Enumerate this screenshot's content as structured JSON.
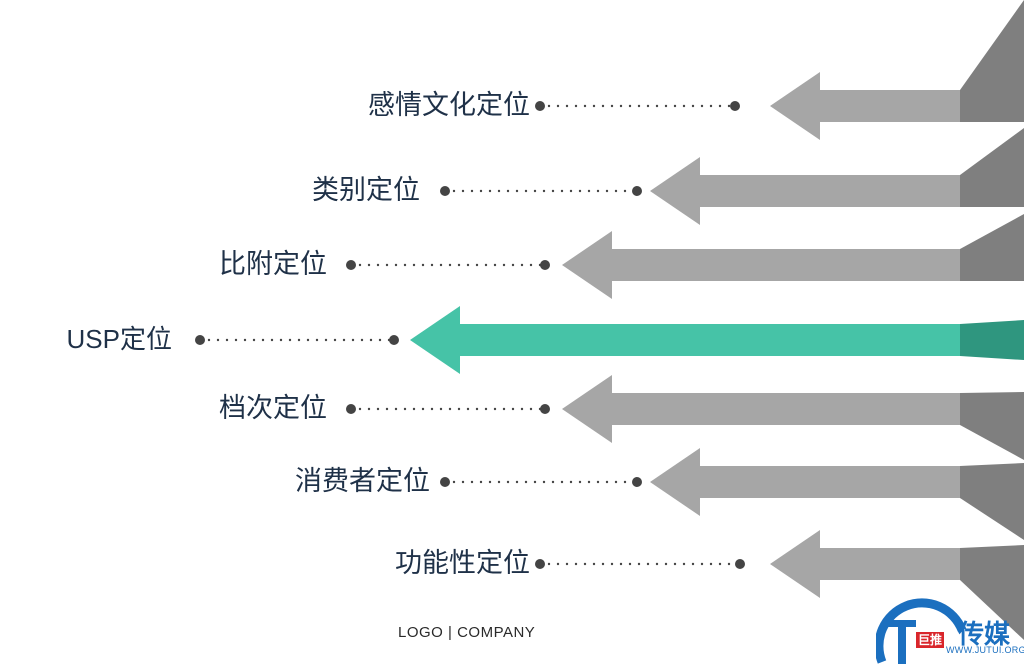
{
  "items": [
    {
      "label": "感情文化定位",
      "highlight": false
    },
    {
      "label": "类别定位",
      "highlight": false
    },
    {
      "label": "比附定位",
      "highlight": false
    },
    {
      "label": "USP定位",
      "highlight": true
    },
    {
      "label": "档次定位",
      "highlight": false
    },
    {
      "label": "消费者定位",
      "highlight": false
    },
    {
      "label": "功能性定位",
      "highlight": false
    }
  ],
  "footer": "LOGO  |  COMPANY",
  "watermark": {
    "brand": "传媒",
    "tag": "巨推",
    "url": "WWW.JUTUI.ORG"
  },
  "colors": {
    "arrow": "#a6a6a6",
    "arrow_dark": "#7f7f7f",
    "highlight": "#46c3a7",
    "highlight_dark": "#2f967f",
    "label": "#1f3148",
    "dots": "#444444"
  }
}
